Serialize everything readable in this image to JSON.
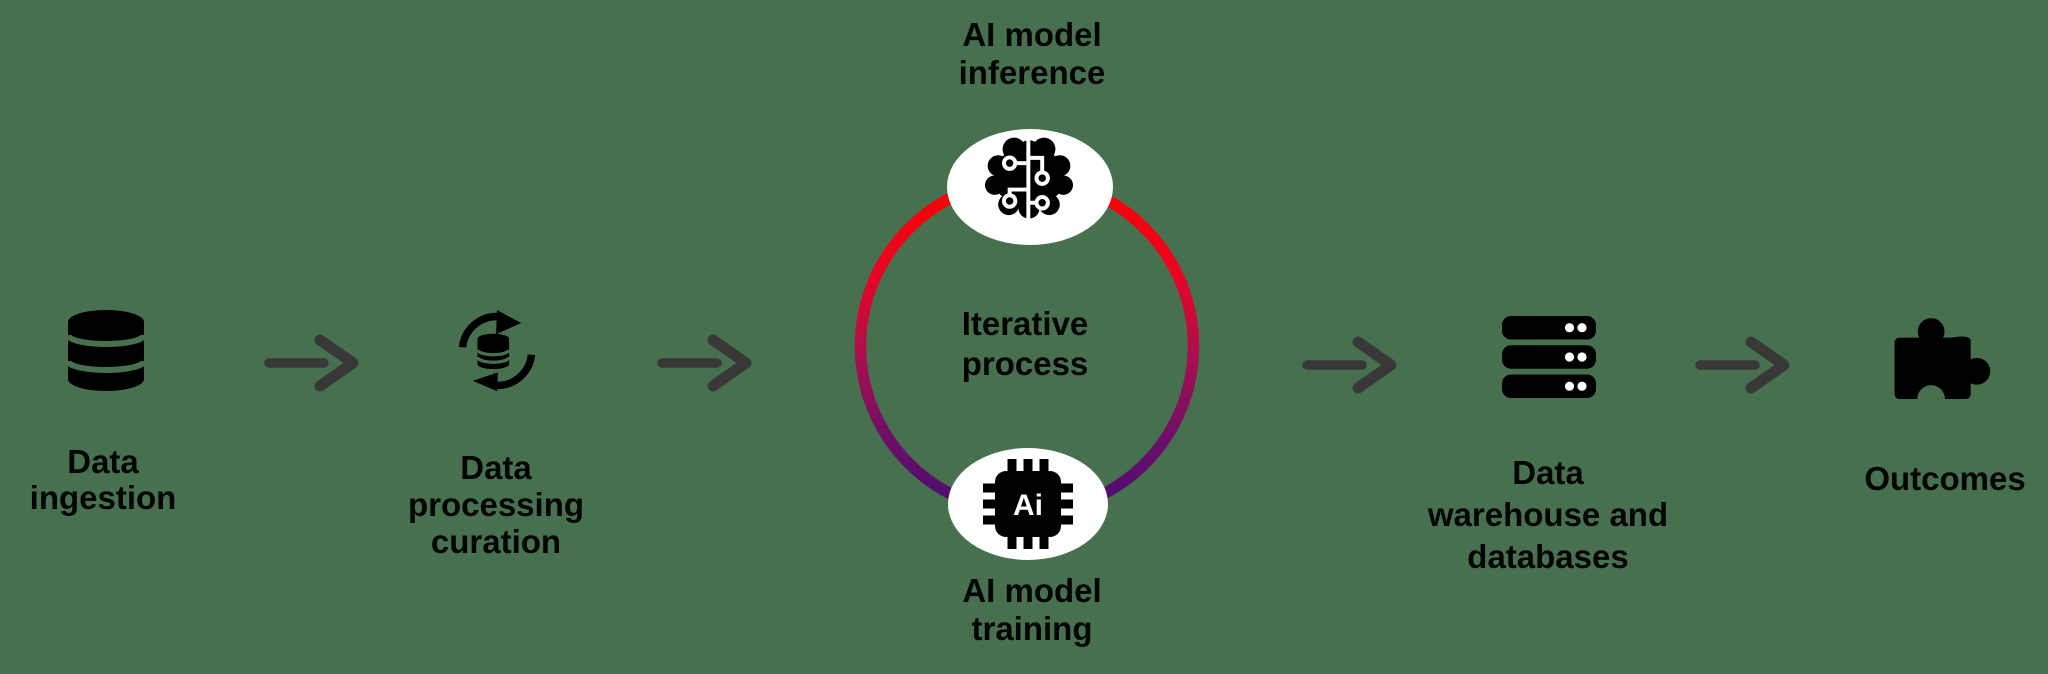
{
  "colors": {
    "background": "#47704F",
    "icon_black": "#000000",
    "arrow_gray": "#383838",
    "ellipse_white": "#FFFFFF",
    "ring_gradient_top": "#FC0000",
    "ring_gradient_mid1": "#ED0321",
    "ring_gradient_mid2": "#AC0F4E",
    "ring_gradient_mid3": "#6A0F68",
    "ring_gradient_bottom": "#470D73"
  },
  "stages": {
    "ingestion": {
      "label": "Data\ningestion",
      "icon": "database-icon"
    },
    "processing": {
      "label": "Data\nprocessing\ncuration",
      "icon": "data-sync-icon"
    },
    "iterative": {
      "top_label": "AI model\ninference",
      "center_label": "Iterative\nprocess",
      "bottom_label": "AI model\ntraining",
      "chip_text": "Ai",
      "top_icon": "ai-brain-icon",
      "bottom_icon": "ai-chip-icon"
    },
    "warehouse": {
      "label": "Data\nwarehouse and\ndatabases",
      "icon": "server-stack-icon"
    },
    "outcomes": {
      "label": "Outcomes",
      "icon": "puzzle-piece-icon"
    }
  }
}
